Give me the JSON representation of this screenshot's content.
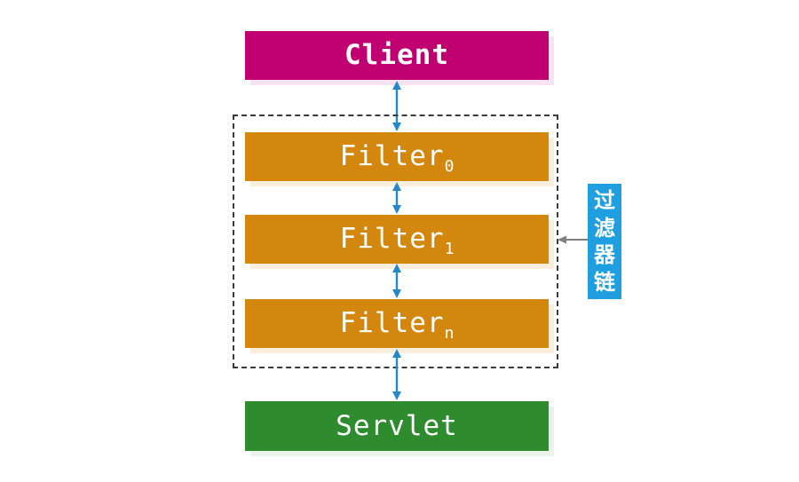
{
  "diagram": {
    "title_semantic": "Servlet filter chain diagram",
    "client": {
      "label": "Client"
    },
    "filters": [
      {
        "base": "Filter",
        "sub": "0"
      },
      {
        "base": "Filter",
        "sub": "1"
      },
      {
        "base": "Filter",
        "sub": "n"
      }
    ],
    "chain_label": {
      "text": "过滤器链",
      "chars": [
        "过",
        "滤",
        "器",
        "链"
      ]
    },
    "servlet": {
      "label": "Servlet"
    },
    "colors": {
      "client_bg": "#c00070",
      "filter_bg": "#d3870d",
      "servlet_bg": "#2e8b2e",
      "chain_label_bg": "#1f9fe0",
      "connector_arrow": "#2389cb",
      "callout_arrow": "#7f7f7f",
      "dashed_border": "#3a3a3a",
      "text": "#ffffff",
      "background": "#ffffff"
    }
  }
}
